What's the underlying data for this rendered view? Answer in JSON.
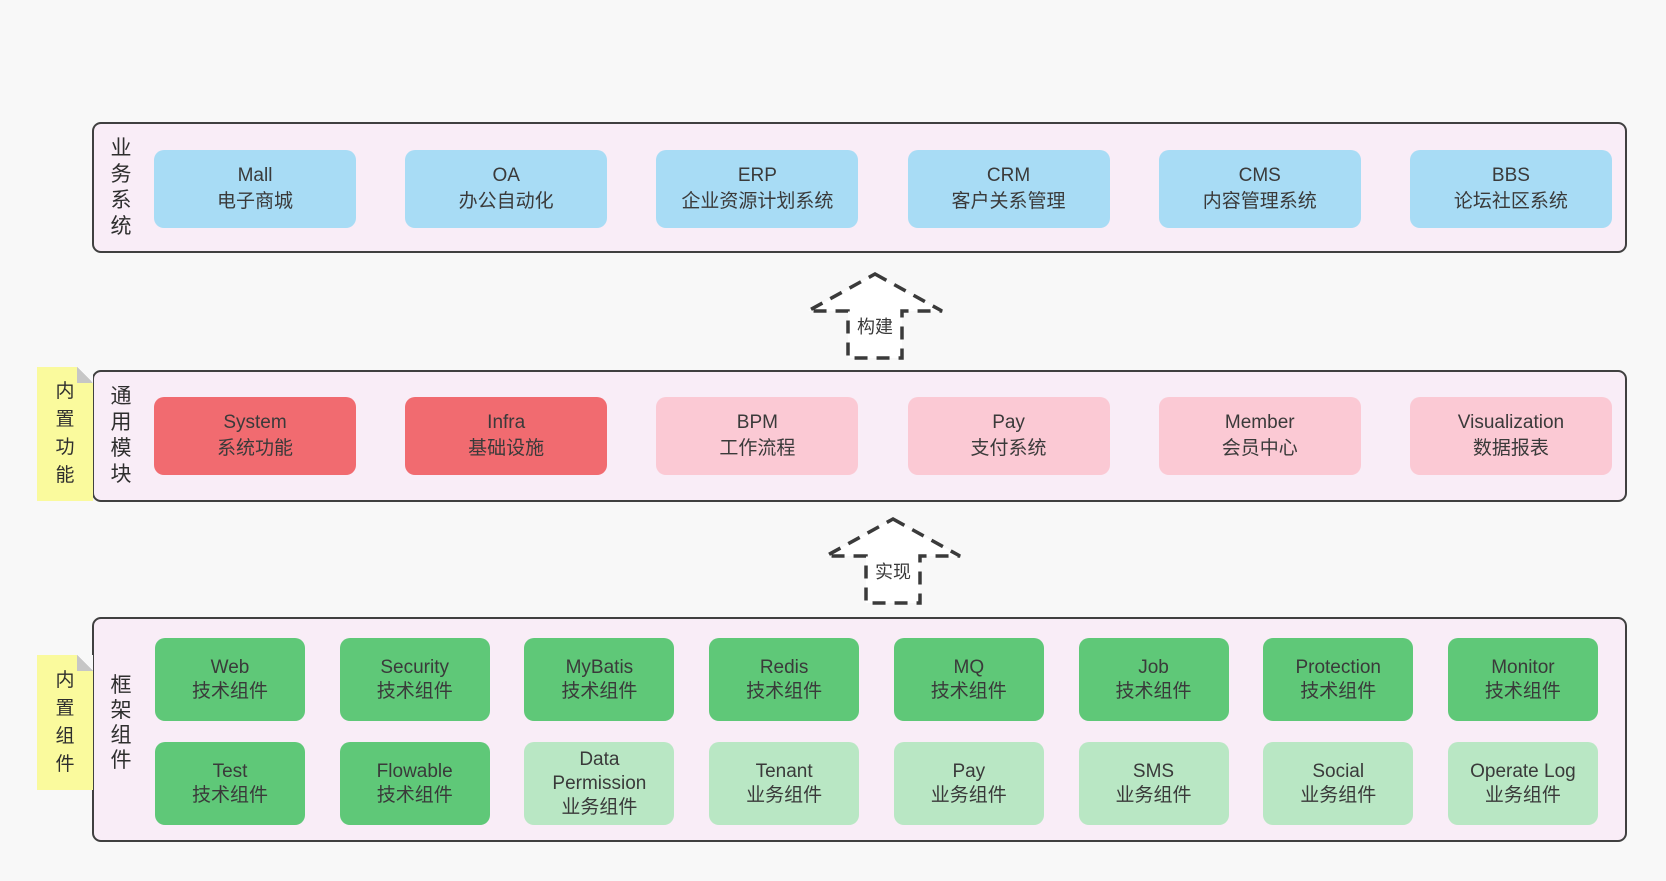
{
  "layers": {
    "business": {
      "label": "业务系统",
      "boxes": [
        {
          "title": "Mall",
          "subtitle": "电子商城"
        },
        {
          "title": "OA",
          "subtitle": "办公自动化"
        },
        {
          "title": "ERP",
          "subtitle": "企业资源计划系统"
        },
        {
          "title": "CRM",
          "subtitle": "客户关系管理"
        },
        {
          "title": "CMS",
          "subtitle": "内容管理系统"
        },
        {
          "title": "BBS",
          "subtitle": "论坛社区系统"
        }
      ]
    },
    "common": {
      "label": "通用模块",
      "sticky_note": "内置功能",
      "boxes": [
        {
          "title": "System",
          "subtitle": "系统功能",
          "variant": "red"
        },
        {
          "title": "Infra",
          "subtitle": "基础设施",
          "variant": "red"
        },
        {
          "title": "BPM",
          "subtitle": "工作流程",
          "variant": "pink"
        },
        {
          "title": "Pay",
          "subtitle": "支付系统",
          "variant": "pink"
        },
        {
          "title": "Member",
          "subtitle": "会员中心",
          "variant": "pink"
        },
        {
          "title": "Visualization",
          "subtitle": "数据报表",
          "variant": "pink"
        }
      ]
    },
    "framework": {
      "label": "框架组件",
      "sticky_note": "内置组件",
      "rows": [
        [
          {
            "title": "Web",
            "subtitle": "技术组件",
            "variant": "green"
          },
          {
            "title": "Security",
            "subtitle": "技术组件",
            "variant": "green"
          },
          {
            "title": "MyBatis",
            "subtitle": "技术组件",
            "variant": "green"
          },
          {
            "title": "Redis",
            "subtitle": "技术组件",
            "variant": "green"
          },
          {
            "title": "MQ",
            "subtitle": "技术组件",
            "variant": "green"
          },
          {
            "title": "Job",
            "subtitle": "技术组件",
            "variant": "green"
          },
          {
            "title": "Protection",
            "subtitle": "技术组件",
            "variant": "green"
          },
          {
            "title": "Monitor",
            "subtitle": "技术组件",
            "variant": "green"
          }
        ],
        [
          {
            "title": "Test",
            "subtitle": "技术组件",
            "variant": "green"
          },
          {
            "title": "Flowable",
            "subtitle": "技术组件",
            "variant": "green"
          },
          {
            "title": "Data Permission",
            "subtitle": "业务组件",
            "variant": "green-light"
          },
          {
            "title": "Tenant",
            "subtitle": "业务组件",
            "variant": "green-light"
          },
          {
            "title": "Pay",
            "subtitle": "业务组件",
            "variant": "green-light"
          },
          {
            "title": "SMS",
            "subtitle": "业务组件",
            "variant": "green-light"
          },
          {
            "title": "Social",
            "subtitle": "业务组件",
            "variant": "green-light"
          },
          {
            "title": "Operate Log",
            "subtitle": "业务组件",
            "variant": "green-light"
          }
        ]
      ]
    }
  },
  "arrows": {
    "build": "构建",
    "implement": "实现"
  },
  "colors": {
    "page_bg": "#f8f8f8",
    "panel_bg": "#f9edf7",
    "panel_border": "#404040",
    "blue_box": "#a8dcf5",
    "red_box": "#f16b70",
    "pink_box": "#fbc9d4",
    "green_box": "#5fc878",
    "green_light_box": "#b9e7c4",
    "sticky_yellow": "#fafa9d",
    "arrow_stroke": "#3a3a3a",
    "text": "#3d3d3d"
  }
}
